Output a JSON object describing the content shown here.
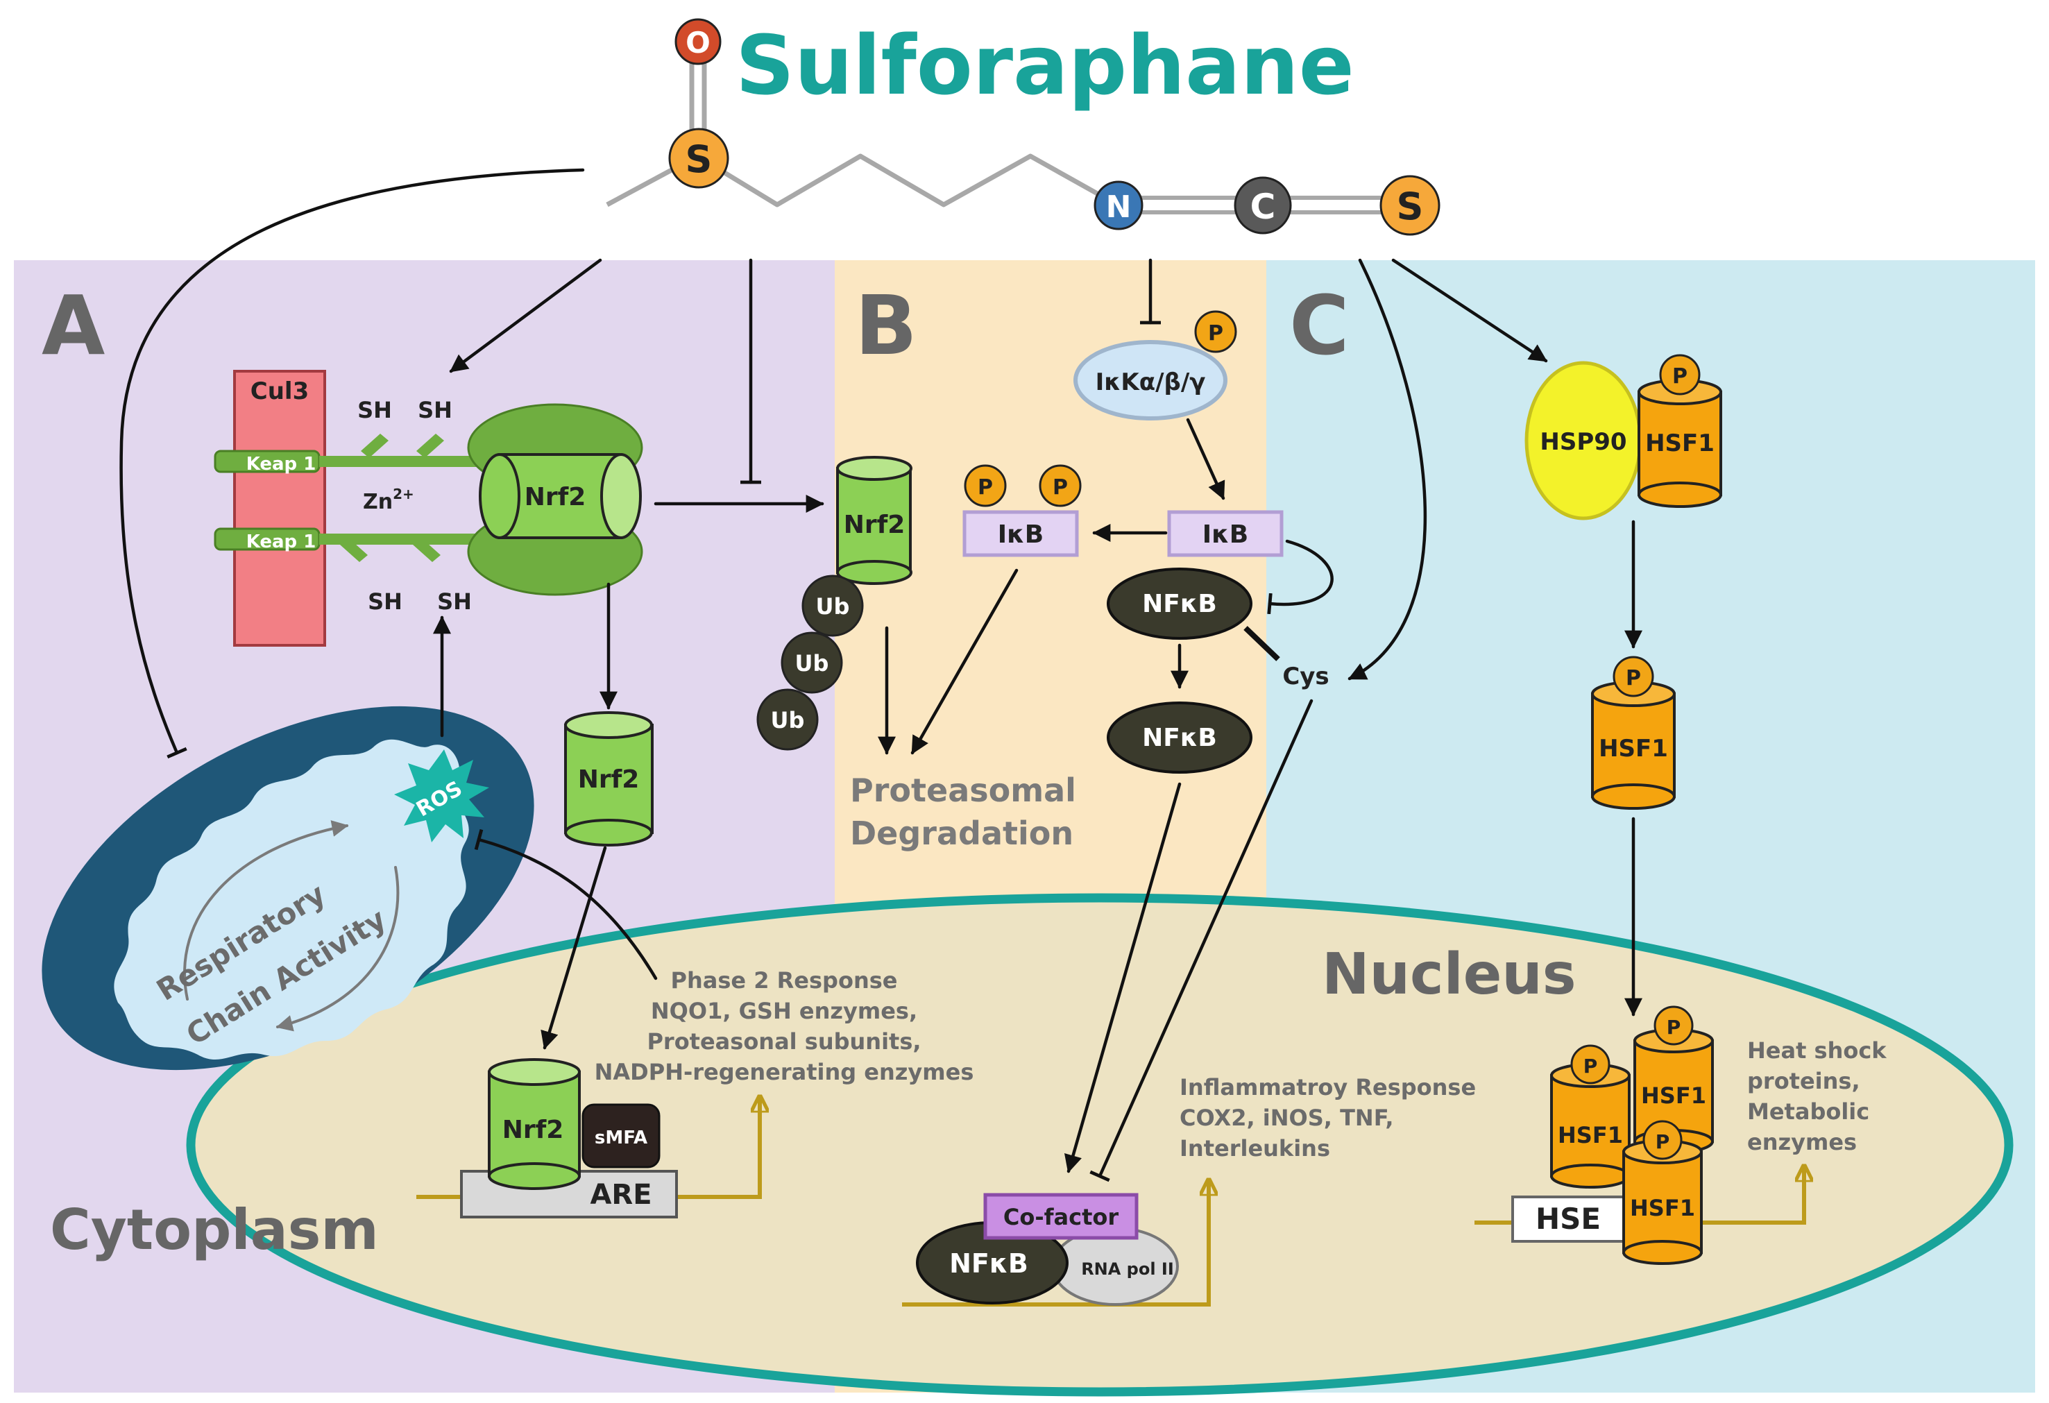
{
  "title": "Sulforaphane",
  "atoms": {
    "O": "O",
    "S1": "S",
    "N": "N",
    "C": "C",
    "S2": "S"
  },
  "panels": {
    "a": "A",
    "b": "B",
    "c": "C"
  },
  "compartments": {
    "cytoplasm": "Cytoplasm",
    "nucleus": "Nucleus"
  },
  "phospho": "P",
  "proteins": {
    "cul3": "Cul3",
    "keap1": "Keap 1",
    "sh": "SH",
    "zinc": "Zn",
    "zinc_charge": "2+",
    "nrf2": "Nrf2",
    "ub": "Ub",
    "ikk": "IκKα/β/γ",
    "ikb": "IκB",
    "nfkb": "NFκB",
    "cys": "Cys",
    "hsp90": "HSP90",
    "hsf1": "HSF1",
    "ros": "ROS",
    "smfa": "sMFA",
    "are": "ARE",
    "cofactor": "Co-factor",
    "rnapol": "RNA pol II",
    "hse": "HSE"
  },
  "labels": {
    "respiratory_line1": "Respiratory",
    "respiratory_line2": "Chain Activity",
    "proteasomal_line1": "Proteasomal",
    "proteasomal_line2": "Degradation"
  },
  "responses": {
    "phase2": [
      "Phase 2 Response",
      "NQO1, GSH enzymes,",
      "Proteasonal subunits,",
      "NADPH-regenerating enzymes"
    ],
    "inflammatory": [
      "Inflammatroy Response",
      "COX2, iNOS, TNF,",
      "Interleukins"
    ],
    "heatshock": [
      "Heat shock",
      "proteins,",
      "Metabolic",
      "enzymes"
    ]
  },
  "colors": {
    "panel_a": "#e2d7ee",
    "panel_b": "#fbe7c2",
    "panel_c": "#cdeaf1",
    "nucleus_fill": "#ede3c3",
    "nucleus_border": "#19a39a",
    "title": "#19a39a",
    "nrf2": "#8cd055",
    "keap1": "#6fae40",
    "cul3": "#f27f85",
    "hsf1": "#f5a40e",
    "hsp90": "#f3f22a",
    "ikb": "#e3d3f3",
    "ikk": "#cfe5f6",
    "dark_protein": "#3a3a2c",
    "mito_outer": "#1f5778",
    "mito_inner": "#cfe9f7",
    "ros": "#1bb5a7",
    "gene_line": "#bd9b1b"
  }
}
